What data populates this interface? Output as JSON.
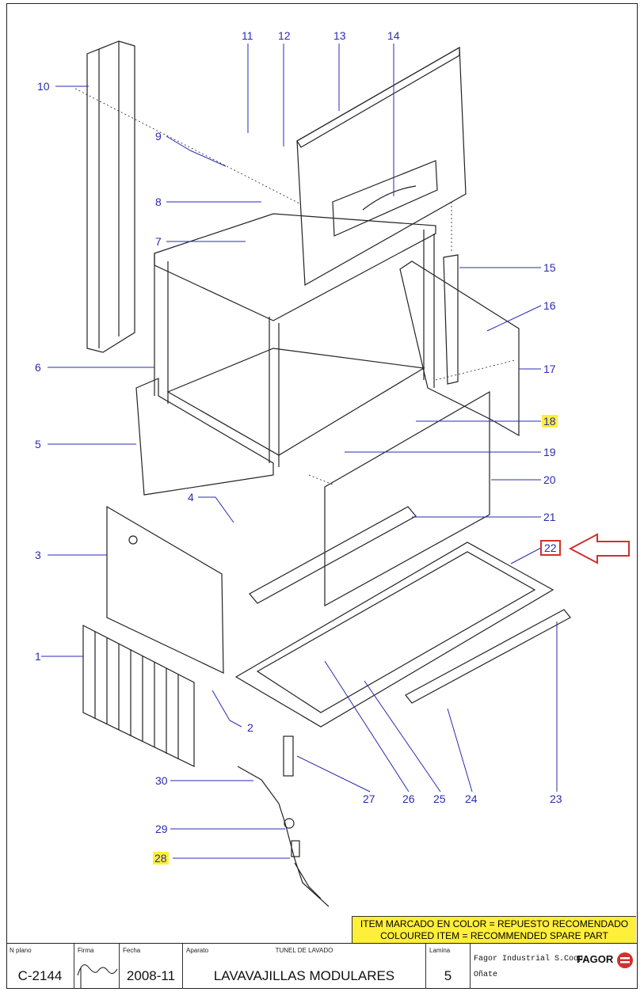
{
  "callouts": [
    "1",
    "2",
    "3",
    "4",
    "5",
    "6",
    "7",
    "8",
    "9",
    "10",
    "11",
    "12",
    "13",
    "14",
    "15",
    "16",
    "17",
    "18",
    "19",
    "20",
    "21",
    "22",
    "23",
    "24",
    "25",
    "26",
    "27",
    "28",
    "29",
    "30"
  ],
  "legend": {
    "line1": "ITEM MARCADO EN COLOR = REPUESTO RECOMENDADO",
    "line2": "COLOURED  ITEM =  RECOMMENDED SPARE PART"
  },
  "title_block": {
    "plan_caption": "N plano",
    "plan_value": "C-2144",
    "firma_caption": "Firma",
    "fecha_caption": "Fecha",
    "fecha_value": "2008-11",
    "aparato_caption": "Aparato",
    "aparato_header": "TUNEL DE LAVADO",
    "aparato_value": "LAVAVAJILLAS MODULARES",
    "lamina_caption": "Lamina",
    "lamina_value": "5",
    "company": "Fagor Industrial S.Coop.",
    "city": "Oñate",
    "brand": "FAGOR"
  },
  "colors": {
    "callout": "#2b2bb0",
    "highlight": "#ffef3a",
    "marker": "#d32f2f"
  }
}
